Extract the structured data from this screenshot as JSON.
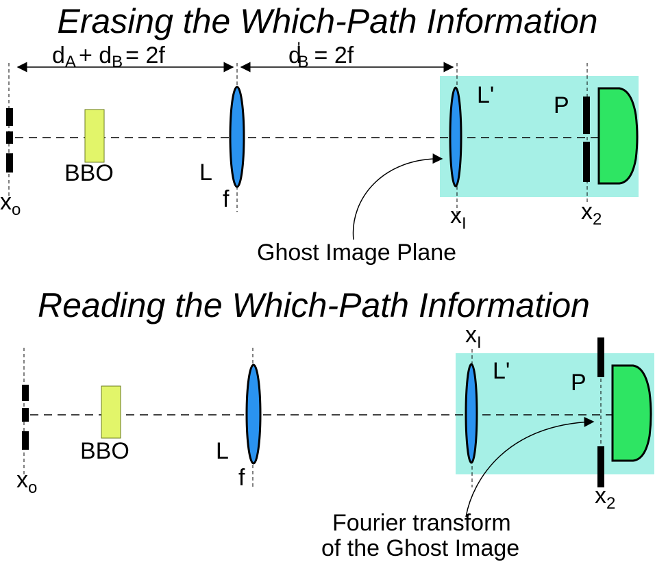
{
  "panels": [
    {
      "title": "Erasing the Which-Path Information",
      "dim_left": {
        "d_main": "d",
        "a_sub": "A",
        "plus": "+ d",
        "b_sub": "B",
        "eq": "= 2f"
      },
      "dim_right": {
        "d_main": "d",
        "prime": "'",
        "b_sub": "B",
        "eq": "= 2f"
      },
      "labels": {
        "bbo": "BBO",
        "lens_l": "L",
        "focal": "f",
        "lens_lp": "L'",
        "polarizer": "P",
        "x0_main": "x",
        "x0_sub": "o",
        "x1_main": "x",
        "x1_sub": "I",
        "x2_main": "x",
        "x2_sub": "2"
      },
      "annotation": [
        "Ghost Image Plane"
      ]
    },
    {
      "title": "Reading the Which-Path Information",
      "labels": {
        "bbo": "BBO",
        "lens_l": "L",
        "focal": "f",
        "lens_lp": "L'",
        "polarizer": "P",
        "x0_main": "x",
        "x0_sub": "o",
        "x1_main": "x",
        "x1_sub": "I",
        "x2_main": "x",
        "x2_sub": "2"
      },
      "annotation": [
        "Fourier transform",
        "of the Ghost Image"
      ]
    }
  ],
  "colors": {
    "cyan_box": "#a6f0e6",
    "crystal": "#e2f56a",
    "lens": "#2a93f0",
    "detector": "#2ee563",
    "line": "#000000"
  },
  "icons": [
    "double-slit-icon",
    "bbo-crystal-icon",
    "lens-icon",
    "polarizer-slit-icon",
    "detector-icon"
  ]
}
